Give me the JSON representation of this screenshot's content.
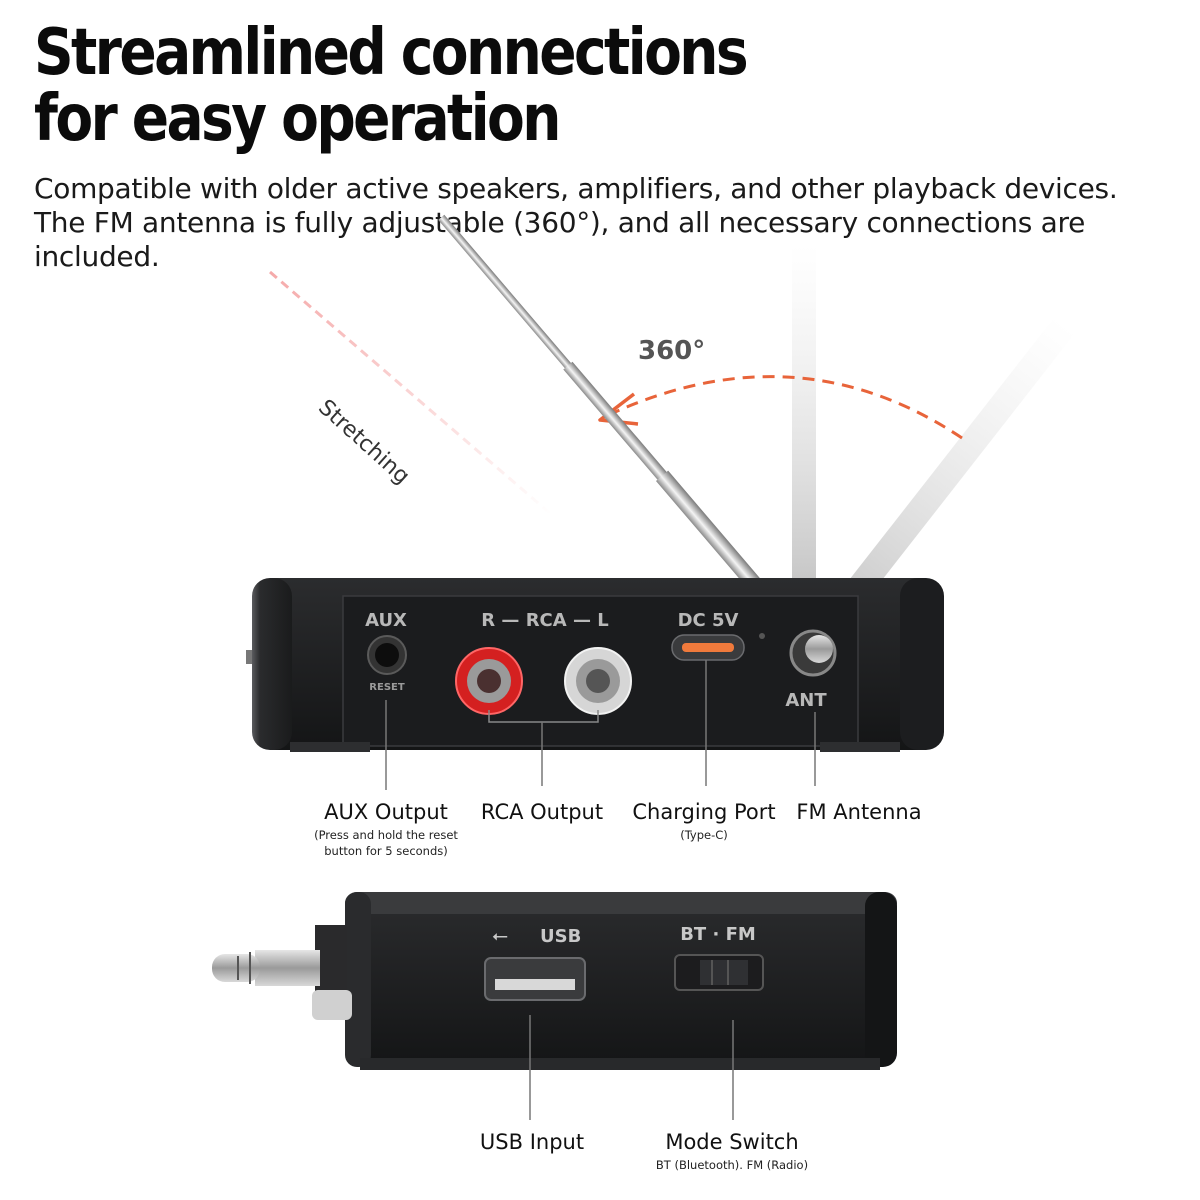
{
  "headline": {
    "line1": "Streamlined connections",
    "line2": "for easy operation"
  },
  "description": "Compatible with older active speakers, amplifiers, and other playback devices. The FM antenna is fully adjustable (360°), and all necessary connections are included.",
  "annotations": {
    "rotation": "360°",
    "stretching": "Stretching"
  },
  "back_panel": {
    "aux_label": "AUX",
    "reset_label": "RESET",
    "rca_label": "R — RCA — L",
    "dc_label": "DC 5V",
    "ant_label": "ANT"
  },
  "side_panel": {
    "usb_label": "USB",
    "mode_label": "BT · FM"
  },
  "callouts": {
    "aux": {
      "title": "AUX Output",
      "note_line1": "(Press and hold the reset",
      "note_line2": "button for 5 seconds)"
    },
    "rca": {
      "title": "RCA Output"
    },
    "charging": {
      "title": "Charging Port",
      "note": "(Type-C)"
    },
    "antenna": {
      "title": "FM Antenna"
    },
    "usb": {
      "title": "USB Input"
    },
    "mode": {
      "title": "Mode Switch",
      "note": "BT (Bluetooth). FM (Radio)"
    }
  },
  "colors": {
    "accent_orange": "#e8643a",
    "rca_red": "#d42020",
    "type_c_orange": "#f07a3c",
    "device_body": "#1f2022"
  }
}
